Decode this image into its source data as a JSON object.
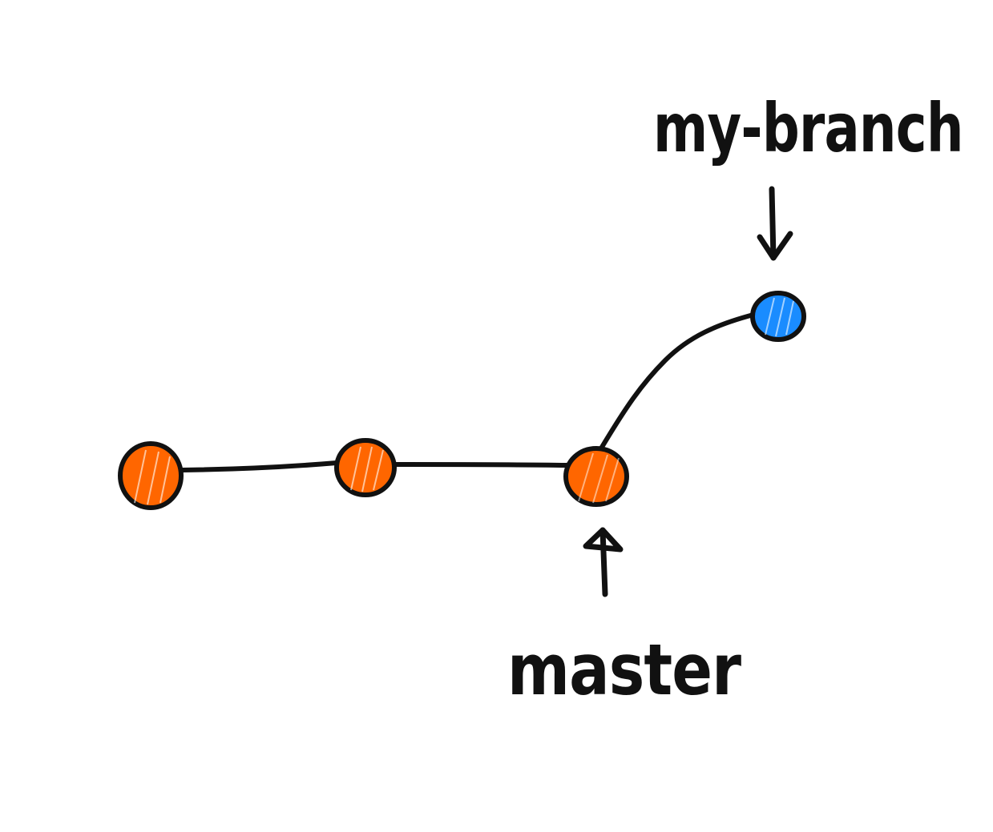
{
  "labels": {
    "branch": "my-branch",
    "main": "master"
  },
  "colors": {
    "main_commit": "#ff6600",
    "branch_commit": "#1a8cff",
    "stroke": "#111111",
    "background": "#ffffff"
  },
  "commits": [
    {
      "branch": "master"
    },
    {
      "branch": "master"
    },
    {
      "branch": "master",
      "pointer": "master"
    },
    {
      "branch": "my-branch",
      "pointer": "my-branch"
    }
  ]
}
